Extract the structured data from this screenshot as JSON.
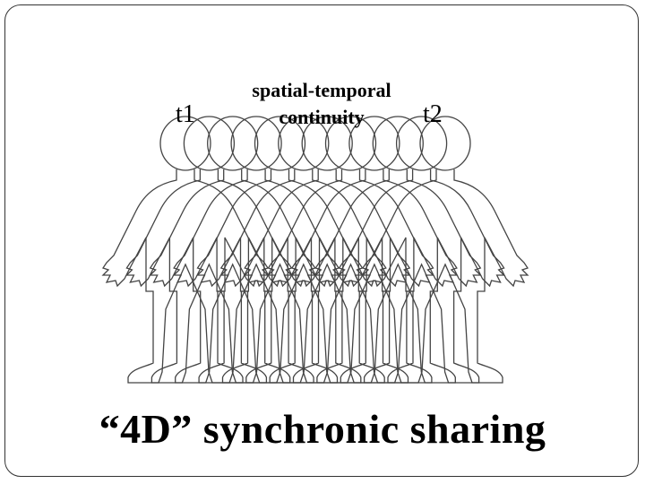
{
  "labels": {
    "t1": "t1",
    "t2": "t2",
    "spatial_temporal_line1": "spatial-temporal",
    "spatial_temporal_line2": "continuity"
  },
  "title": "“4D” synchronic sharing",
  "figures": {
    "count": 12,
    "stroke_color": "#444444"
  }
}
